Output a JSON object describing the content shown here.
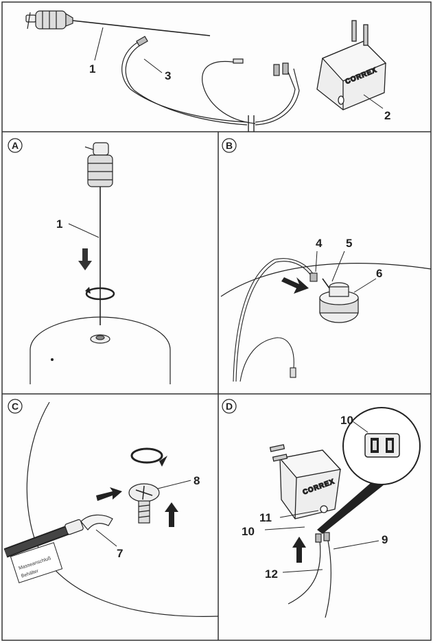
{
  "overview": {
    "callouts": [
      "1",
      "2",
      "3"
    ],
    "brand": "CORREX"
  },
  "panels": [
    {
      "letter": "A",
      "callouts": [
        "1"
      ]
    },
    {
      "letter": "B",
      "callouts": [
        "4",
        "5",
        "6"
      ]
    },
    {
      "letter": "C",
      "callouts": [
        "8",
        "7"
      ],
      "tag_lines": [
        "Masseanschluß",
        "Behälter"
      ]
    },
    {
      "letter": "D",
      "callouts": [
        "10",
        "11",
        "10",
        "9",
        "12"
      ],
      "brand": "CORREX"
    }
  ]
}
